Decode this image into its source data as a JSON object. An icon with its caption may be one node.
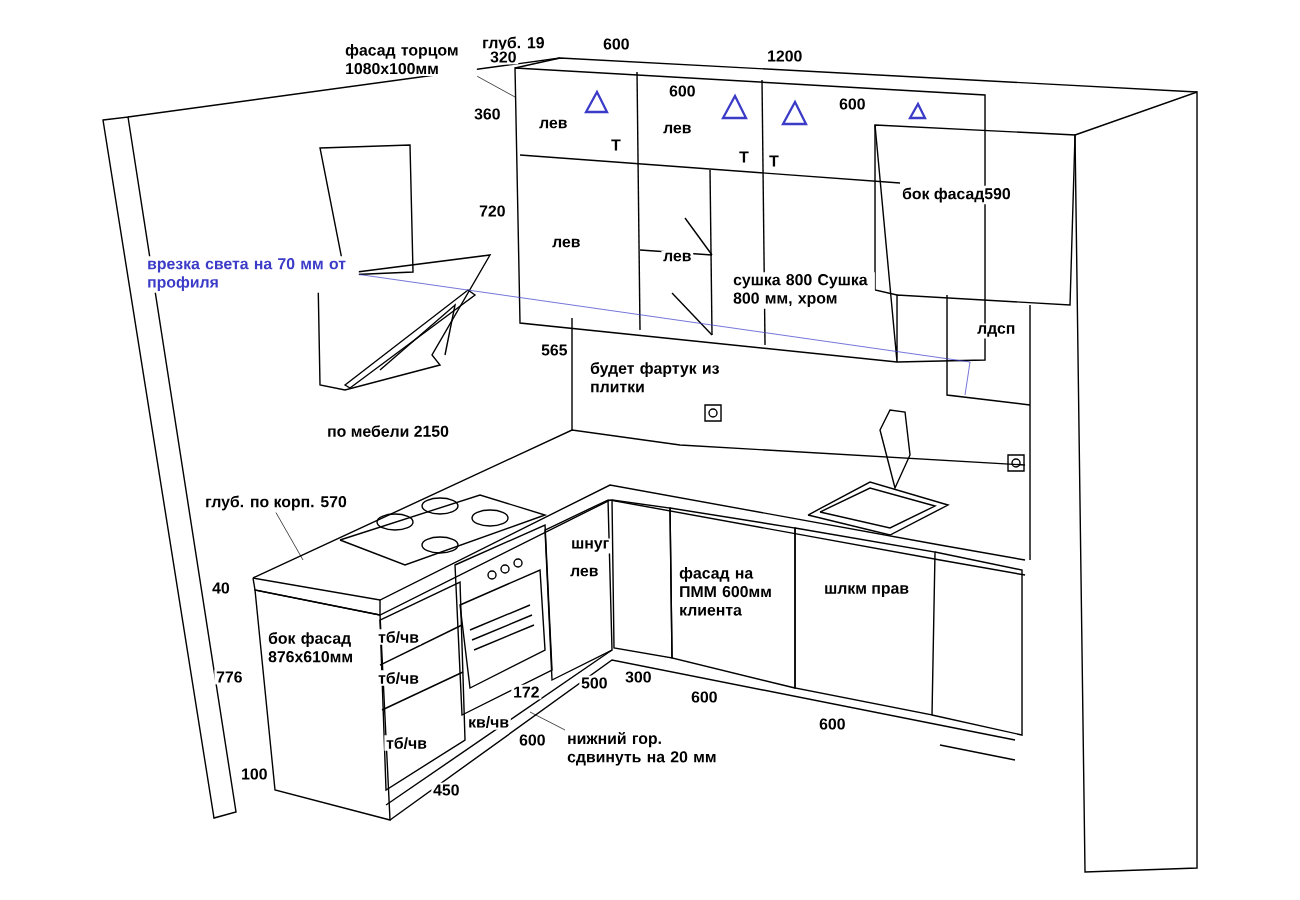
{
  "diagram": {
    "nodes": [
      {
        "text": [
          "фасад торцом 1080x100мм"
        ]
      },
      {
        "text": [
          "врезка света на 70 мм от профиля"
        ]
      },
      {
        "text": [
          "глуб. по корп. 570"
        ]
      },
      {
        "text": [
          "нижний гор. сдвинуть на 20 мм"
        ]
      }
    ],
    "edges": [
      {
        "from": 0,
        "to": null,
        "arrow": "none"
      },
      {
        "from": 1,
        "to": null,
        "arrow": "none",
        "color": "#3b3bc8"
      },
      {
        "from": 2,
        "to": null,
        "arrow": "none"
      },
      {
        "from": 3,
        "to": null,
        "arrow": "none"
      }
    ],
    "labels": [
      "глуб. 19",
      "320",
      "600",
      "1200",
      "360",
      "лев",
      "Т",
      "600",
      "лев",
      "Т",
      "600",
      "Т",
      "бок фасад590",
      "720",
      "лев",
      "лев",
      "сушка 800 Сушка 800 мм, хром",
      "565",
      "лдсп",
      "будет фартук из плитки",
      "по мебели 2150",
      "шнуг",
      "лев",
      "фасад на ПММ 600мм клиента",
      "шлкм прав",
      "40",
      "бок фасад 876x610мм",
      "тб/чв",
      "тб/чв",
      "776",
      "тб/чв",
      "172",
      "500",
      "300",
      "600",
      "кв/чв",
      "600",
      "600",
      "100",
      "450"
    ]
  }
}
